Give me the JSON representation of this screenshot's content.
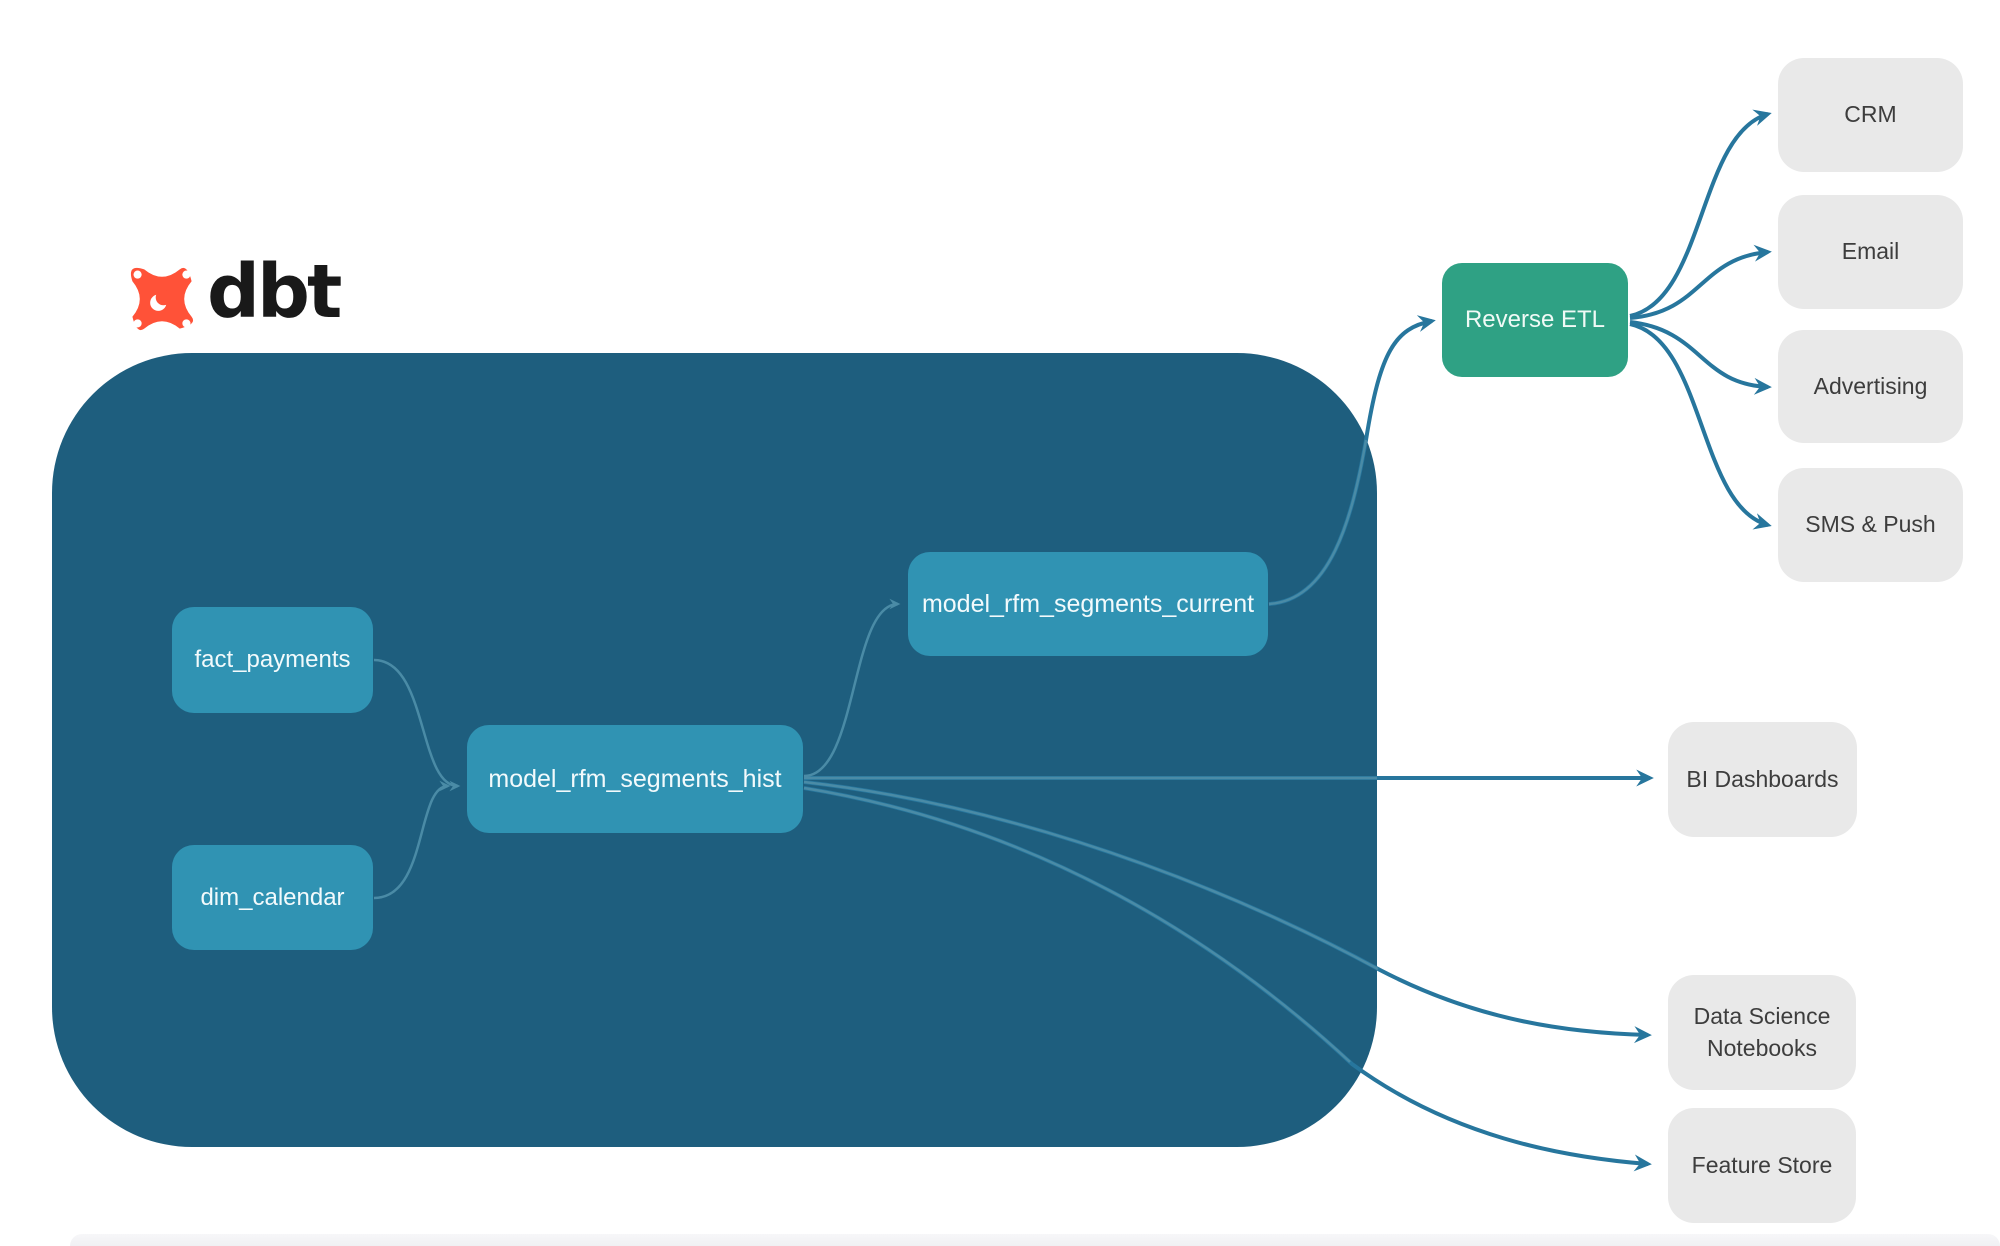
{
  "logo": {
    "brand": "dbt"
  },
  "colors": {
    "container": "#1e5e7e",
    "model_node": "#3093b3",
    "reverse_etl_node": "#2fa184",
    "destination_node": "#e9e9e9",
    "destination_text": "#3d3d3d",
    "edge": "#27769d",
    "edge_inner": "#4a8ba6",
    "logo_orange": "#ff5238",
    "wordmark": "#191919"
  },
  "nodes": {
    "fact_payments": {
      "label": "fact_payments"
    },
    "dim_calendar": {
      "label": "dim_calendar"
    },
    "rfm_hist": {
      "label": "model_rfm_segments_hist"
    },
    "rfm_current": {
      "label": "model_rfm_segments_current"
    },
    "reverse_etl": {
      "label": "Reverse ETL"
    },
    "crm": {
      "label": "CRM"
    },
    "email": {
      "label": "Email"
    },
    "advertising": {
      "label": "Advertising"
    },
    "sms_push": {
      "label": "SMS & Push"
    },
    "bi_dashboards": {
      "label": "BI Dashboards"
    },
    "ds_notebooks": {
      "label": "Data Science Notebooks"
    },
    "feature_store": {
      "label": "Feature Store"
    }
  },
  "edges": [
    {
      "from": "fact_payments",
      "to": "model_rfm_segments_hist"
    },
    {
      "from": "dim_calendar",
      "to": "model_rfm_segments_hist"
    },
    {
      "from": "model_rfm_segments_hist",
      "to": "model_rfm_segments_current"
    },
    {
      "from": "model_rfm_segments_current",
      "to": "Reverse ETL"
    },
    {
      "from": "Reverse ETL",
      "to": "CRM"
    },
    {
      "from": "Reverse ETL",
      "to": "Email"
    },
    {
      "from": "Reverse ETL",
      "to": "Advertising"
    },
    {
      "from": "Reverse ETL",
      "to": "SMS & Push"
    },
    {
      "from": "model_rfm_segments_hist",
      "to": "BI Dashboards"
    },
    {
      "from": "model_rfm_segments_hist",
      "to": "Data Science Notebooks"
    },
    {
      "from": "model_rfm_segments_hist",
      "to": "Feature Store"
    }
  ]
}
